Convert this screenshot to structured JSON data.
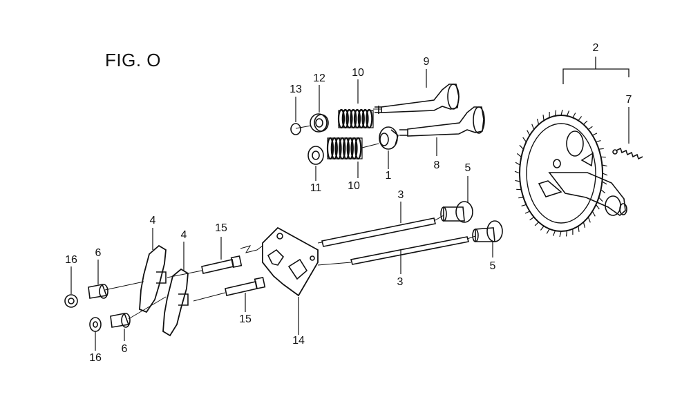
{
  "figure": {
    "title": "FIG. O",
    "callouts": {
      "valve_exhaust": "9",
      "valve_intake": "8",
      "camshaft_assembly": "2",
      "camshaft_spring": "7",
      "valve_rotator": "1",
      "valve_retainer_top": "12",
      "valve_retainer_bottom": "11",
      "valve_spring_top": "10",
      "valve_spring_bottom": "10",
      "valve_cap": "13",
      "push_rod_top": "3",
      "push_rod_bottom": "3",
      "tappet_top": "5",
      "tappet_bottom": "5",
      "rocker_arm_left": "4",
      "rocker_arm_right": "4",
      "pivot_bolt_top": "15",
      "pivot_bolt_bottom": "15",
      "rocker_plate": "14",
      "adjuster_top": "6",
      "adjuster_bottom": "6",
      "lock_nut_top": "16",
      "lock_nut_bottom": "16"
    }
  }
}
